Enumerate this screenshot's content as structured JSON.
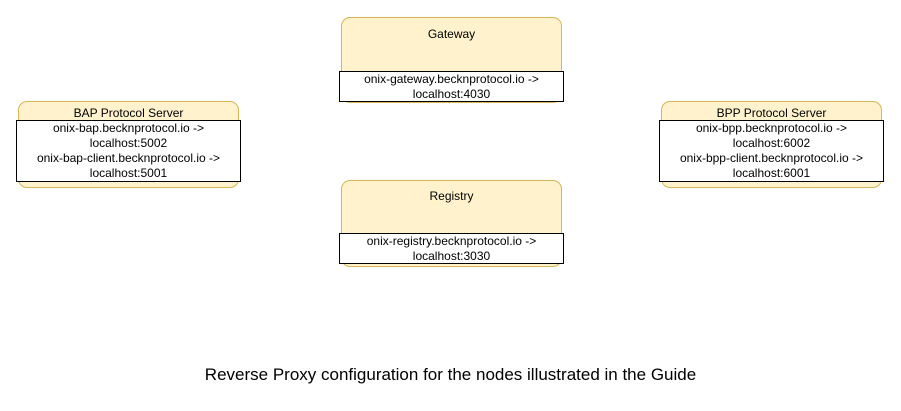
{
  "diagram": {
    "caption": "Reverse Proxy configuration for the nodes illustrated in the Guide"
  },
  "colors": {
    "node_fill": "#FFF2CC",
    "node_border": "#D6B656",
    "mapping_fill": "#FFFFFF",
    "mapping_border": "#000000",
    "text": "#000000"
  },
  "nodes": [
    {
      "id": "gateway",
      "title": "Gateway",
      "mappings": [
        "onix-gateway.becknprotocol.io ->",
        "localhost:4030"
      ]
    },
    {
      "id": "bap-protocol-server",
      "title": "BAP Protocol Server",
      "mappings": [
        "onix-bap.becknprotocol.io ->",
        "localhost:5002",
        "onix-bap-client.becknprotocol.io ->",
        "localhost:5001"
      ]
    },
    {
      "id": "bpp-protocol-server",
      "title": "BPP Protocol Server",
      "mappings": [
        "onix-bpp.becknprotocol.io ->",
        "localhost:6002",
        "onix-bpp-client.becknprotocol.io ->",
        "localhost:6001"
      ]
    },
    {
      "id": "registry",
      "title": "Registry",
      "mappings": [
        "onix-registry.becknprotocol.io ->",
        "localhost:3030"
      ]
    }
  ]
}
